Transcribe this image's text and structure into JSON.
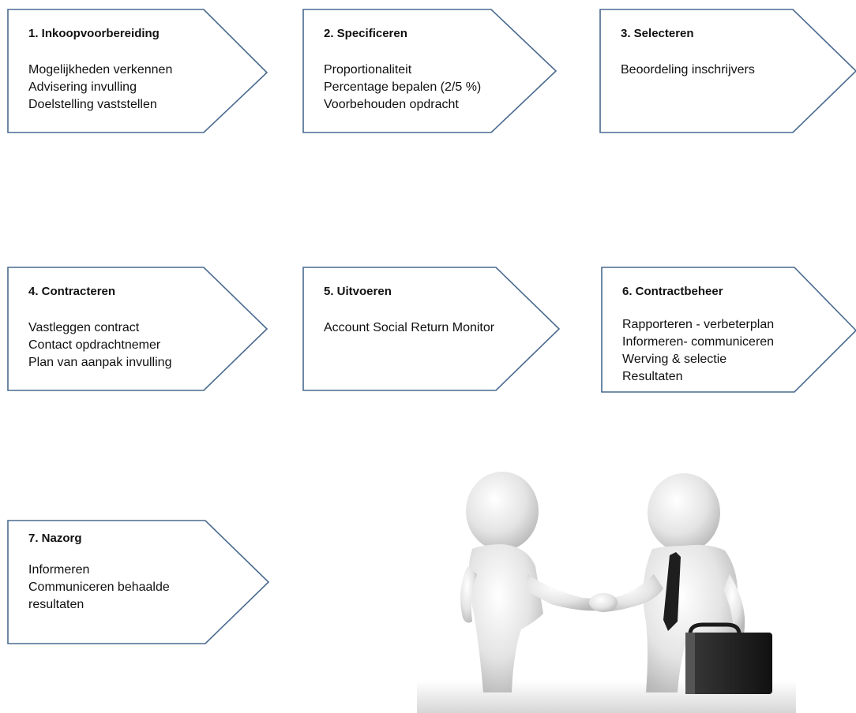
{
  "steps": [
    {
      "title": "1. Inkoopvoorbereiding",
      "lines": [
        "Mogelijkheden verkennen",
        "Advisering invulling",
        "Doelstelling vaststellen"
      ]
    },
    {
      "title": "2. Specificeren",
      "lines": [
        "Proportionaliteit",
        "Percentage bepalen (2/5 %)",
        "Voorbehouden opdracht"
      ]
    },
    {
      "title": "3. Selecteren",
      "lines": [
        "Beoordeling inschrijvers"
      ]
    },
    {
      "title": "4. Contracteren",
      "lines": [
        "Vastleggen contract",
        "Contact opdrachtnemer",
        "Plan van aanpak invulling"
      ]
    },
    {
      "title": "5. Uitvoeren",
      "lines": [
        "Account Social Return Monitor"
      ]
    },
    {
      "title": "6. Contractbeheer",
      "lines": [
        "Rapporteren - verbeterplan",
        "Informeren- communiceren",
        "Werving & selectie",
        "Resultaten"
      ]
    },
    {
      "title": "7. Nazorg",
      "lines": [
        "Informeren",
        "Communiceren behaalde",
        "resultaten"
      ]
    }
  ],
  "colors": {
    "arrow_stroke": "#4a6a8f",
    "arrow_fill": "#ffffff",
    "text": "#111111"
  },
  "illustration": "handshake-figures"
}
